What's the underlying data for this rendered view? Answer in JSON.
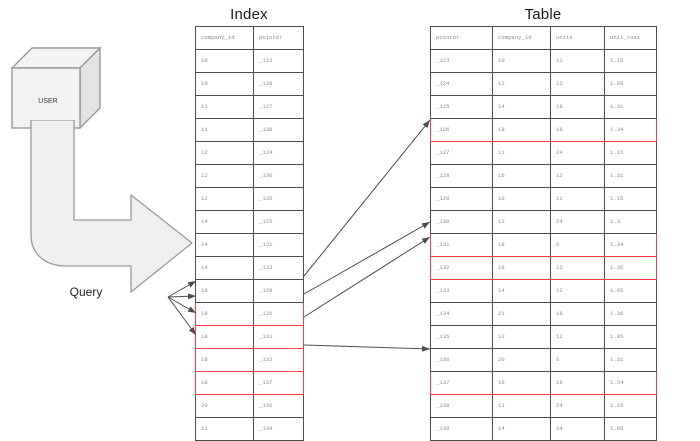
{
  "diagram": {
    "index_title": "Index",
    "table_title": "Table",
    "user_label": "USER",
    "query_label": "Query",
    "highlight_color": "#fa3c3c",
    "shape_fill": "#f0f0f0",
    "shape_stroke": "#999999"
  },
  "index": {
    "headers": [
      "company_id",
      "pointer"
    ],
    "rows": [
      {
        "company_id": "10",
        "pointer": "_123",
        "highlight": false
      },
      {
        "company_id": "10",
        "pointer": "_129",
        "highlight": false
      },
      {
        "company_id": "11",
        "pointer": "_127",
        "highlight": false
      },
      {
        "company_id": "11",
        "pointer": "_138",
        "highlight": false
      },
      {
        "company_id": "12",
        "pointer": "_124",
        "highlight": false
      },
      {
        "company_id": "12",
        "pointer": "_130",
        "highlight": false
      },
      {
        "company_id": "12",
        "pointer": "_135",
        "highlight": false
      },
      {
        "company_id": "14",
        "pointer": "_125",
        "highlight": false
      },
      {
        "company_id": "14",
        "pointer": "_131",
        "highlight": false
      },
      {
        "company_id": "14",
        "pointer": "_133",
        "highlight": false
      },
      {
        "company_id": "16",
        "pointer": "_128",
        "highlight": false
      },
      {
        "company_id": "18",
        "pointer": "_126",
        "highlight": true
      },
      {
        "company_id": "18",
        "pointer": "_131",
        "highlight": true
      },
      {
        "company_id": "18",
        "pointer": "_132",
        "highlight": true
      },
      {
        "company_id": "18",
        "pointer": "_137",
        "highlight": true
      },
      {
        "company_id": "20",
        "pointer": "_136",
        "highlight": false
      },
      {
        "company_id": "21",
        "pointer": "_134",
        "highlight": false
      }
    ]
  },
  "table": {
    "headers": [
      "pointer",
      "company_id",
      "units",
      "unit_cost"
    ],
    "rows": [
      {
        "pointer": "_123",
        "company_id": "10",
        "units": "12",
        "unit_cost": "1.15",
        "highlight": false
      },
      {
        "pointer": "_124",
        "company_id": "12",
        "units": "12",
        "unit_cost": "1.05",
        "highlight": false
      },
      {
        "pointer": "_125",
        "company_id": "14",
        "units": "18",
        "unit_cost": "1.31",
        "highlight": false
      },
      {
        "pointer": "_126",
        "company_id": "18",
        "units": "18",
        "unit_cost": "1.34",
        "highlight": true
      },
      {
        "pointer": "_127",
        "company_id": "11",
        "units": "24",
        "unit_cost": "1.15",
        "highlight": false
      },
      {
        "pointer": "_128",
        "company_id": "16",
        "units": "12",
        "unit_cost": "1.31",
        "highlight": false
      },
      {
        "pointer": "_129",
        "company_id": "10",
        "units": "12",
        "unit_cost": "1.15",
        "highlight": false
      },
      {
        "pointer": "_130",
        "company_id": "12",
        "units": "24",
        "unit_cost": "1.3",
        "highlight": false
      },
      {
        "pointer": "_131",
        "company_id": "18",
        "units": "6",
        "unit_cost": "1.34",
        "highlight": true
      },
      {
        "pointer": "_132",
        "company_id": "18",
        "units": "12",
        "unit_cost": "1.35",
        "highlight": true
      },
      {
        "pointer": "_133",
        "company_id": "14",
        "units": "12",
        "unit_cost": "1.95",
        "highlight": false
      },
      {
        "pointer": "_134",
        "company_id": "21",
        "units": "18",
        "unit_cost": "1.36",
        "highlight": false
      },
      {
        "pointer": "_135",
        "company_id": "12",
        "units": "12",
        "unit_cost": "1.05",
        "highlight": false
      },
      {
        "pointer": "_136",
        "company_id": "20",
        "units": "6",
        "unit_cost": "1.31",
        "highlight": false
      },
      {
        "pointer": "_137",
        "company_id": "18",
        "units": "18",
        "unit_cost": "1.34",
        "highlight": true
      },
      {
        "pointer": "_138",
        "company_id": "11",
        "units": "24",
        "unit_cost": "1.15",
        "highlight": false
      },
      {
        "pointer": "_139",
        "company_id": "14",
        "units": "24",
        "unit_cost": "1.05",
        "highlight": false
      }
    ]
  }
}
